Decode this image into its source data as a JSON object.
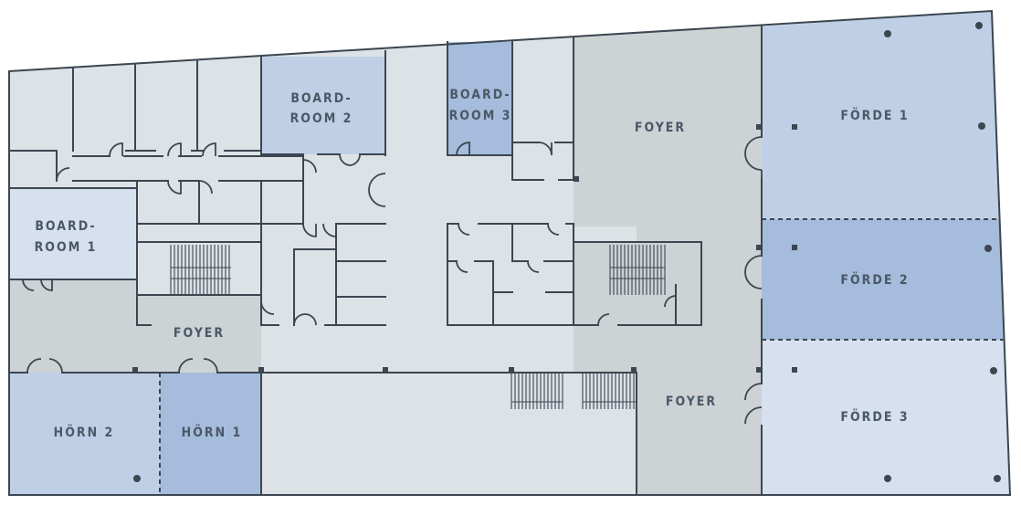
{
  "colors": {
    "corridor": "#dde2e6",
    "foyer": "#cdd2d5",
    "blue_light": "#d6e0ef",
    "blue_mid": "#bfd0e6",
    "blue_dark": "#a5bcdc",
    "wall": "#3b4650",
    "text": "#4b5866"
  },
  "rooms": {
    "boardroom1": {
      "line1": "BOARD-",
      "line2": "ROOM 1"
    },
    "boardroom2": {
      "line1": "BOARD-",
      "line2": "ROOM 2"
    },
    "boardroom3": {
      "line1": "BOARD-",
      "line2": "ROOM 3"
    },
    "foyer_top": "FOYER",
    "foyer_left": "FOYER",
    "foyer_bottom": "FOYER",
    "foerde1": "FÖRDE 1",
    "foerde2": "FÖRDE 2",
    "foerde3": "FÖRDE 3",
    "hoern1": "HÖRN 1",
    "hoern2": "HÖRN 2"
  }
}
